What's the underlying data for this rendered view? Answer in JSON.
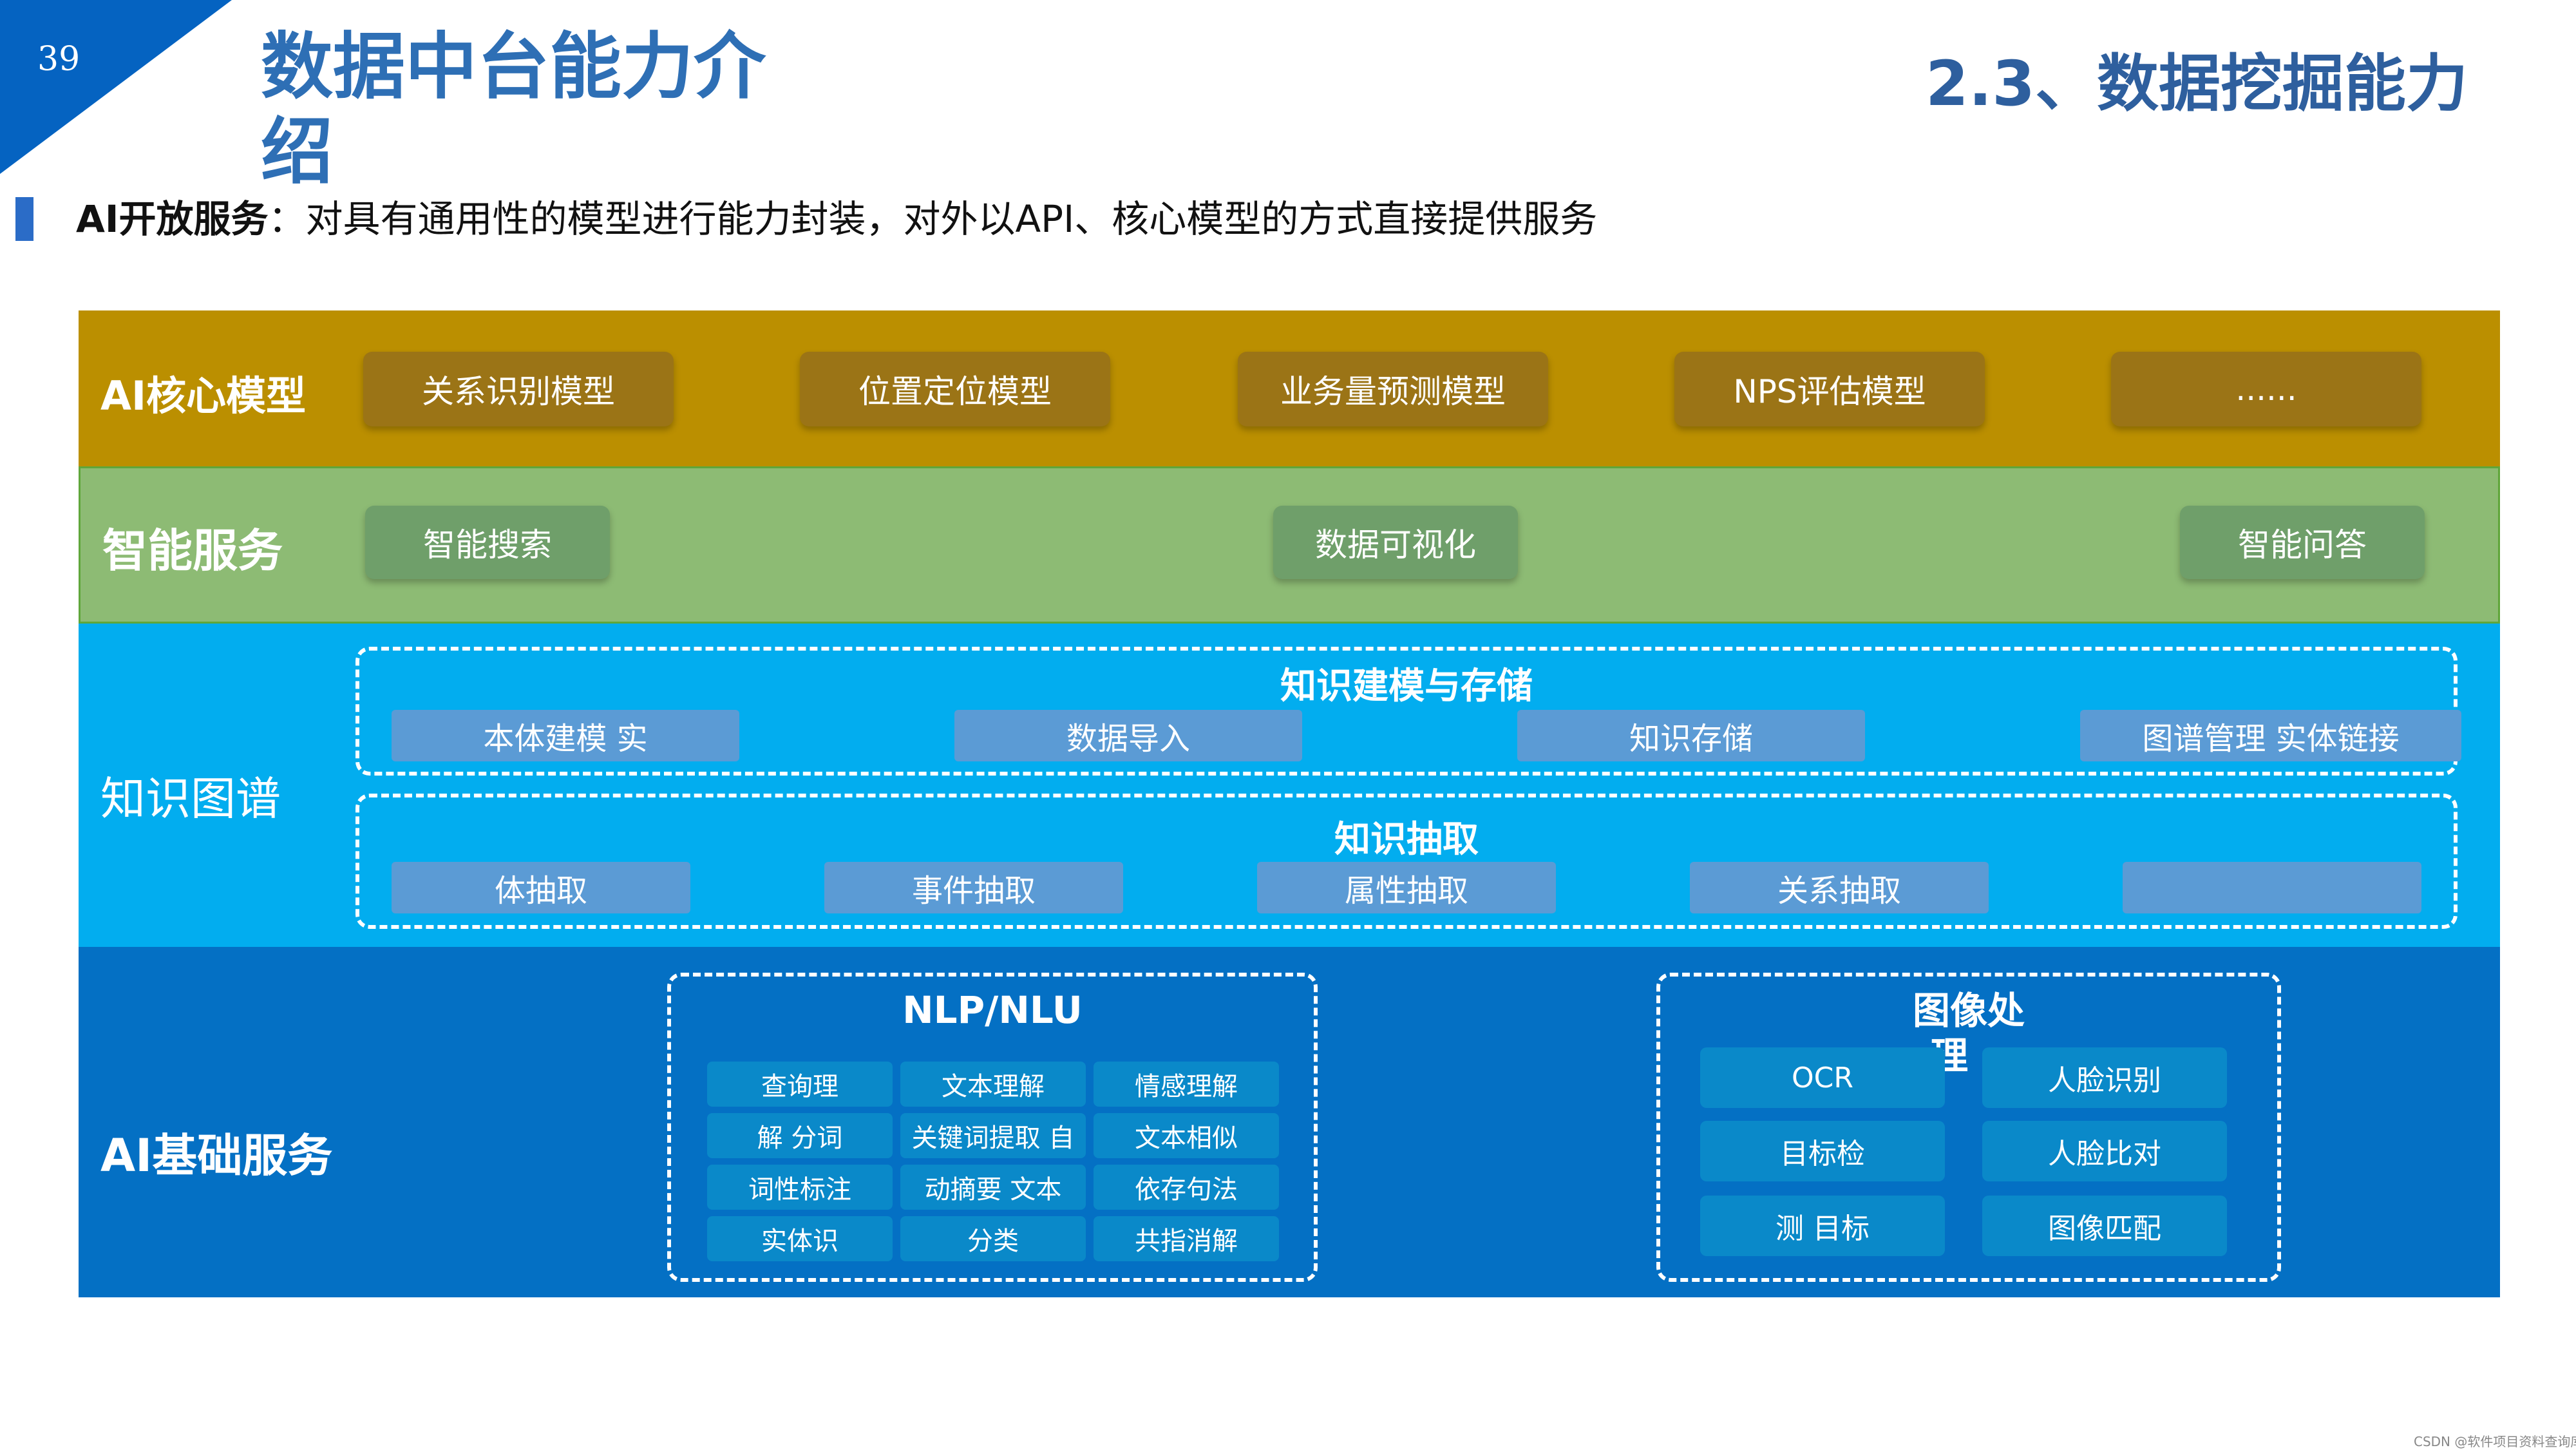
{
  "page_number": "39",
  "title": "数据中台能力介绍",
  "section_title": "2.3、数据挖掘能力",
  "intro": {
    "lead": "AI开放服务",
    "text": "：对具有通用性的模型进行能力封装，对外以API、核心模型的方式直接提供服务"
  },
  "ai_core": {
    "label": "AI核心模型",
    "items": [
      "关系识别模型",
      "位置定位模型",
      "业务量预测模型",
      "NPS评估模型",
      "......"
    ]
  },
  "smart_service": {
    "label": "智能服务",
    "items": [
      "智能搜索",
      "数据可视化",
      "智能问答"
    ]
  },
  "knowledge_graph": {
    "label": "知识图谱",
    "modeling": {
      "title": "知识建模与存储",
      "items": [
        "本体建模 实",
        "数据导入",
        "知识存储",
        "图谱管理 实体链接"
      ]
    },
    "extraction": {
      "title": "知识抽取",
      "items": [
        "体抽取",
        "事件抽取",
        "属性抽取",
        "关系抽取",
        ""
      ]
    }
  },
  "ai_base": {
    "label": "AI基础服务",
    "nlp": {
      "title": "NLP/NLU",
      "col1": [
        "查询理",
        "解 分词",
        "词性标注",
        "实体识"
      ],
      "col2": [
        "文本理解",
        "关键词提取 自",
        "动摘要 文本",
        "分类"
      ],
      "col3": [
        "情感理解",
        "文本相似",
        "依存句法",
        "共指消解"
      ]
    },
    "image": {
      "title_line1": "图像处",
      "title_line2": "理",
      "col1": [
        "OCR",
        "目标检",
        "测 目标"
      ],
      "col2": [
        "人脸识别",
        "人脸比对",
        "图像匹配"
      ]
    }
  },
  "watermark": "CSDN @软件项目资料查询库",
  "colors": {
    "corner": "#0563c1",
    "title": "#2e6fb5",
    "ai_core_band": "#bb8f00",
    "smart_band": "#8dbb74",
    "kg_band": "#02adef",
    "base_band": "#0470c4"
  }
}
